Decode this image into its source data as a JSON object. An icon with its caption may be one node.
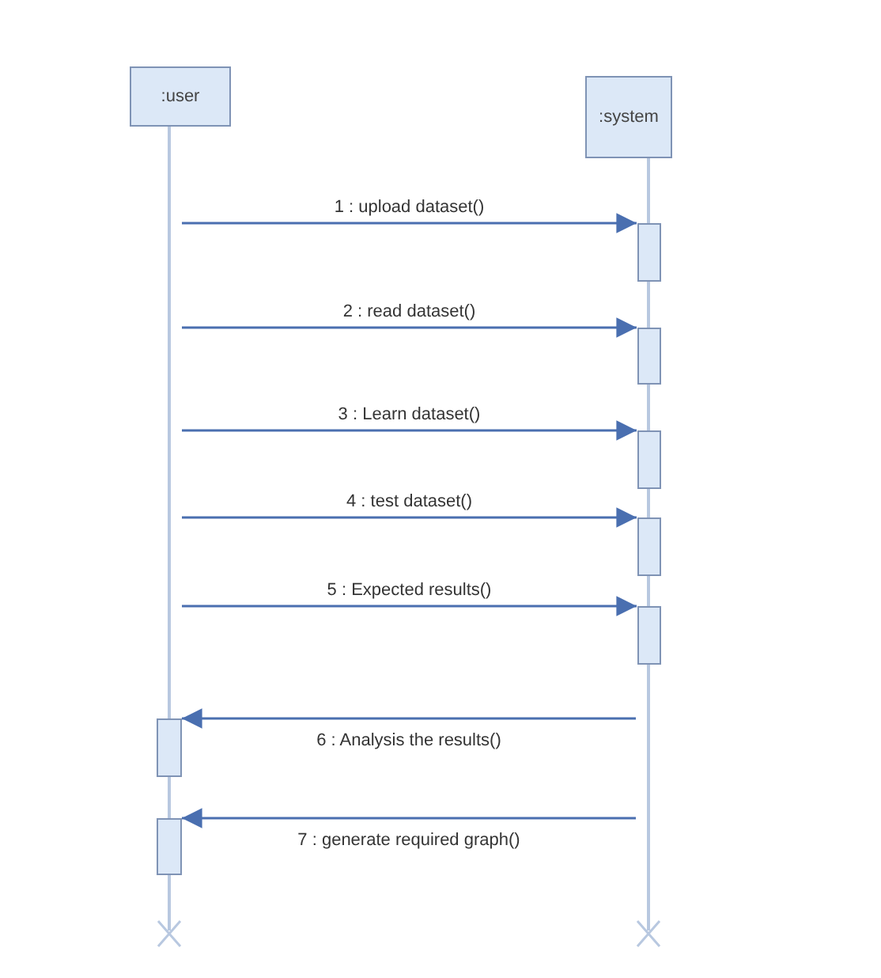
{
  "diagram": {
    "nodes": [
      {
        "text": [
          ":user"
        ]
      },
      {
        "text": [
          ":system"
        ]
      },
      {
        "text": [],
        "shape": "line"
      },
      {
        "text": [],
        "shape": "line"
      },
      {
        "text": [],
        "shape": "bar",
        "in": 3
      },
      {
        "text": [],
        "shape": "bar",
        "in": 3
      },
      {
        "text": [],
        "shape": "bar",
        "in": 3
      },
      {
        "text": [],
        "shape": "bar",
        "in": 3
      },
      {
        "text": [],
        "shape": "bar",
        "in": 3
      },
      {
        "text": [],
        "shape": "bar",
        "in": 2
      },
      {
        "text": [],
        "shape": "bar",
        "in": 2
      }
    ],
    "edges": [
      {
        "from": 2,
        "to": 4,
        "arrow": "to",
        "label": "1 : upload dataset()"
      },
      {
        "from": 2,
        "to": 5,
        "arrow": "to",
        "label": "2 : read dataset()"
      },
      {
        "from": 2,
        "to": 6,
        "arrow": "to",
        "label": "3 : Learn dataset()"
      },
      {
        "from": 2,
        "to": 7,
        "arrow": "to",
        "label": "4 : test dataset()"
      },
      {
        "from": 2,
        "to": 8,
        "arrow": "to",
        "label": "5 : Expected results()"
      },
      {
        "from": 3,
        "to": 9,
        "arrow": "to",
        "label": "6 : Analysis the results()"
      },
      {
        "from": 3,
        "to": 10,
        "arrow": "to",
        "label": "7 : generate required graph()"
      }
    ]
  }
}
